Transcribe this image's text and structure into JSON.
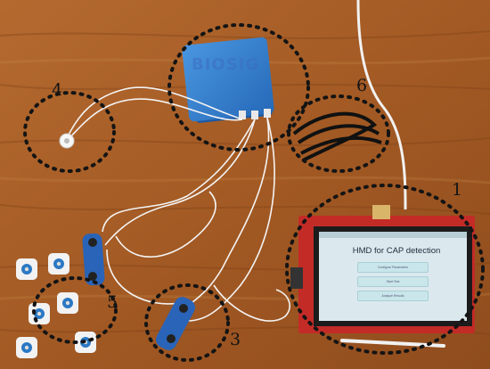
{
  "labels": {
    "l1": "1",
    "l3": "3",
    "l4": "4",
    "l5": "5",
    "l6": "6"
  },
  "screen": {
    "title": "HMD for CAP detection",
    "buttons": [
      "Configure Parameters",
      "Start Test",
      "Analyze Results"
    ]
  },
  "device_label": "BIOSIG",
  "colors": {
    "wood": "#a8612a",
    "device": "#2f7fd0",
    "tft_board": "#c8302d",
    "screen": "#dbe9ef",
    "circle": "#1a1a1a"
  }
}
